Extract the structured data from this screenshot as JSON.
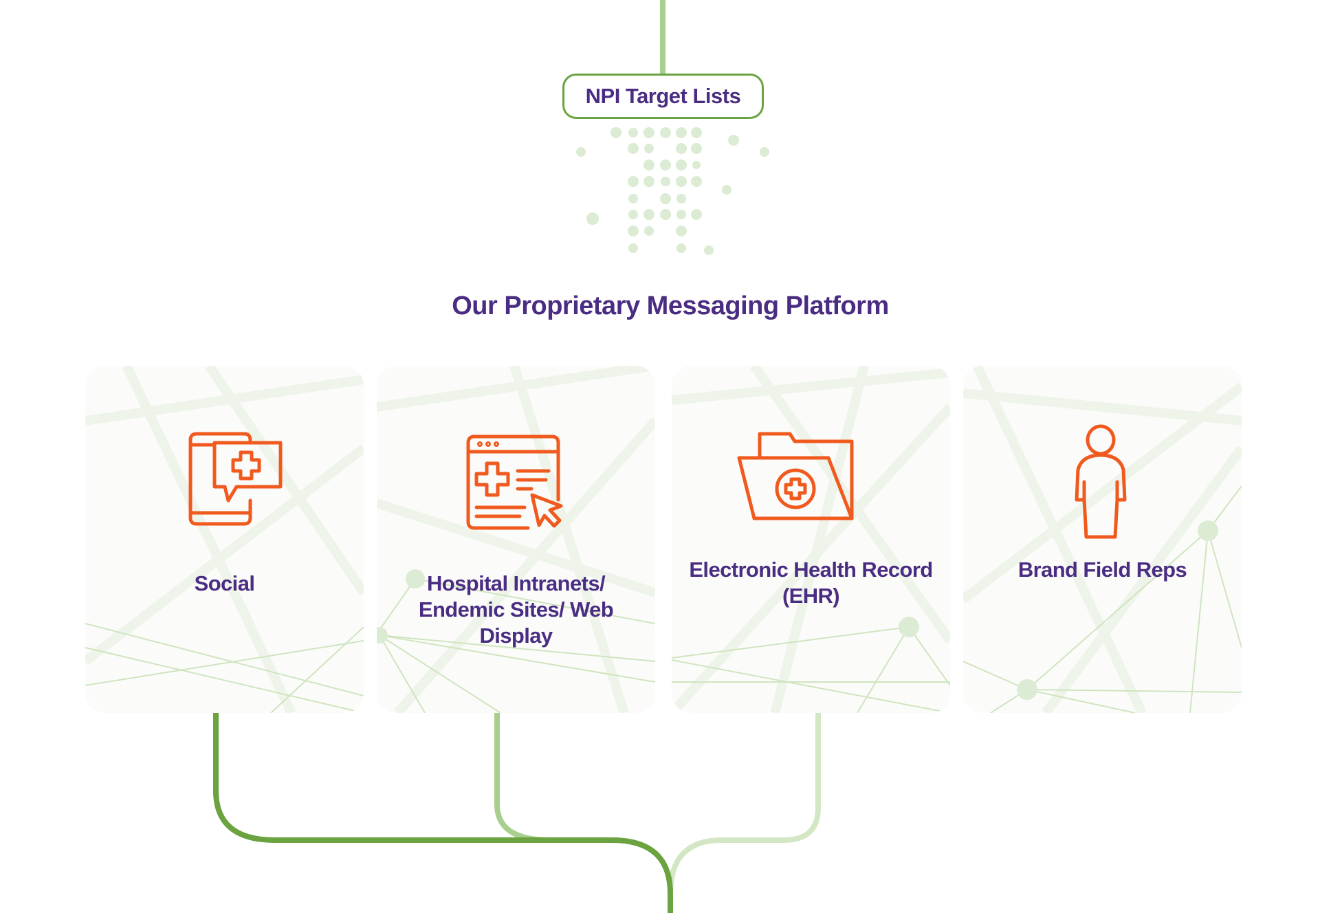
{
  "flow": {
    "source": {
      "label": "NPI Target Lists"
    },
    "platform_title": "Our Proprietary Messaging Platform",
    "channels": [
      {
        "label": "Social",
        "icon": "mobile-medical-chat-icon"
      },
      {
        "label": "Hospital Intranets/ Endemic Sites/ Web Display",
        "icon": "medical-web-browser-icon"
      },
      {
        "label": "Electronic Health Record (EHR)",
        "icon": "medical-folder-icon"
      },
      {
        "label": "Brand Field Reps",
        "icon": "person-icon"
      }
    ]
  },
  "colors": {
    "title": "#4a2d82",
    "icon": "#f05a1e",
    "connector_dark": "#6aa33f",
    "connector_mid": "#a9cf8e",
    "connector_light": "#d4e7c4",
    "dots": "#dcebd3",
    "card_network": "#cfe4bf"
  }
}
